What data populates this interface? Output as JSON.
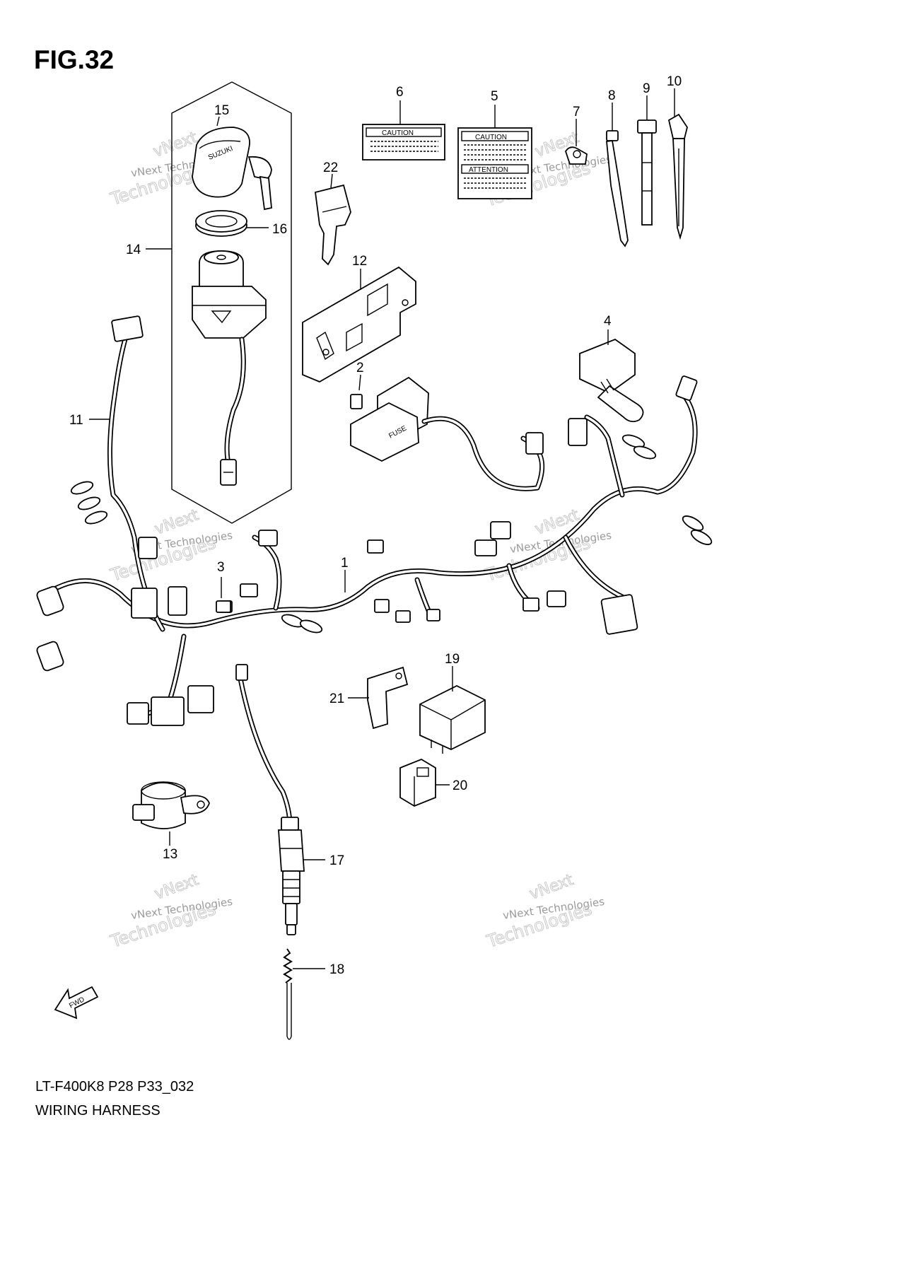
{
  "figure": {
    "title": "FIG.32",
    "model_code": "LT-F400K8 P28 P33_032",
    "name": "WIRING HARNESS"
  },
  "labels": {
    "caution": "CAUTION",
    "attention": "ATTENTION",
    "fuse": "FUSE",
    "fwd": "FWD",
    "brand": "SUZUKI"
  },
  "watermark": {
    "line1": "vNext Technologies",
    "line2": "vNext",
    "line3": "Technologies"
  },
  "callouts": [
    "1",
    "2",
    "3",
    "4",
    "5",
    "6",
    "7",
    "8",
    "9",
    "10",
    "11",
    "12",
    "13",
    "14",
    "15",
    "16",
    "17",
    "18",
    "19",
    "20",
    "21",
    "22"
  ],
  "colors": {
    "ink": "#000000",
    "watermark": "#9a9a9a",
    "background": "#ffffff"
  }
}
